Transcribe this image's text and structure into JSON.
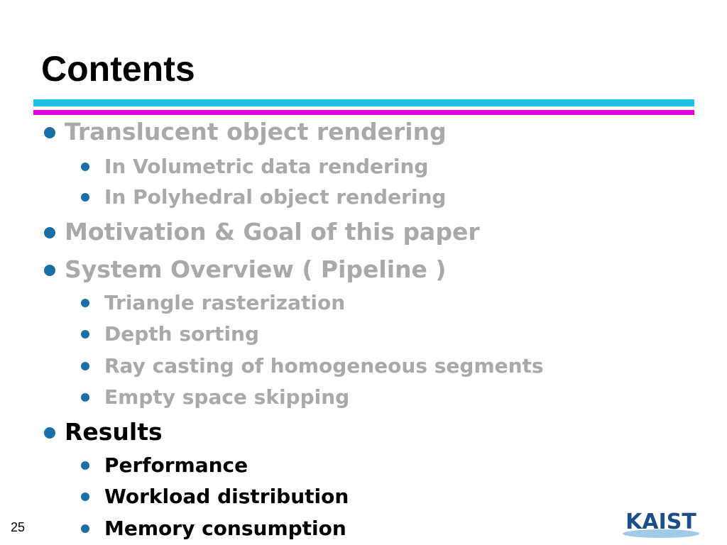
{
  "slide": {
    "title": "Contents",
    "page_number": "25",
    "logo_text": "KAIST",
    "colors": {
      "rule_top": "#1ec2e6",
      "rule_bottom": "#e000e0",
      "bullet": "#1a6fa8",
      "muted_text": "#a9a9a9",
      "active_text": "#000000"
    }
  },
  "outline": [
    {
      "text": "Translucent object rendering",
      "state": "muted",
      "children": [
        {
          "text": "In Volumetric data rendering",
          "state": "muted"
        },
        {
          "text": "In Polyhedral object rendering",
          "state": "muted"
        }
      ]
    },
    {
      "text": "Motivation & Goal of this paper",
      "state": "muted",
      "children": []
    },
    {
      "text": "System Overview ( Pipeline )",
      "state": "muted",
      "children": [
        {
          "text": "Triangle rasterization",
          "state": "muted"
        },
        {
          "text": "Depth sorting",
          "state": "muted"
        },
        {
          "text": "Ray casting of homogeneous segments",
          "state": "muted"
        },
        {
          "text": "Empty space skipping",
          "state": "muted"
        }
      ]
    },
    {
      "text": "Results",
      "state": "active",
      "children": [
        {
          "text": "Performance",
          "state": "active"
        },
        {
          "text": "Workload distribution",
          "state": "active"
        },
        {
          "text": "Memory consumption",
          "state": "active"
        }
      ]
    }
  ]
}
